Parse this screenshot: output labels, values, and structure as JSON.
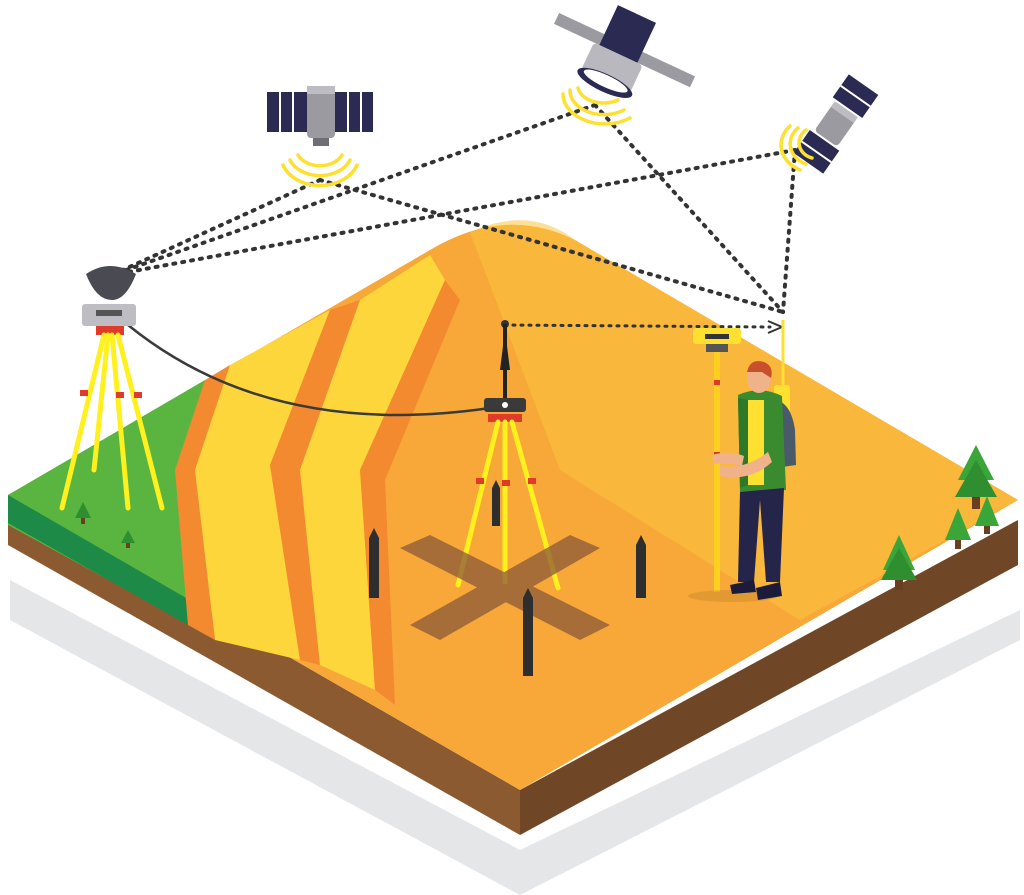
{
  "scene": {
    "kind": "GNSS RTK survey isometric illustration",
    "text_labels": []
  },
  "colors": {
    "terrain_top": "#f7a838",
    "terrain_light": "#fcc540",
    "soil_side": "#8c5a30",
    "grass": "#5ab540",
    "grass_dark": "#1e8a48",
    "cliff_yellow": "#fdd63c",
    "cliff_orange": "#f48a30",
    "satellite_panel": "#2a2a52",
    "satellite_body": "#9a9aa0",
    "signal": "#fde030",
    "tripod_leg": "#fff01e",
    "tripod_accent": "#e03b2a",
    "survey_line": "#333333",
    "stake": "#2e2e2e",
    "tree": "#3aa63a",
    "surveyor_vest": "#3a8a30",
    "surveyor_pants": "#25254a",
    "shadow": "#e4e6e8"
  },
  "icons": {
    "satellites": [
      "satellite-icon",
      "satellite-icon",
      "satellite-icon"
    ],
    "base_station": "gnss-base-station-icon",
    "total_station": "total-station-icon",
    "rover": "gnss-rover-pole-icon",
    "surveyor": "surveyor-person-icon",
    "trees": "tree-icon"
  },
  "counts": {
    "satellites": 3,
    "survey_stakes": 4,
    "trees": 6
  }
}
